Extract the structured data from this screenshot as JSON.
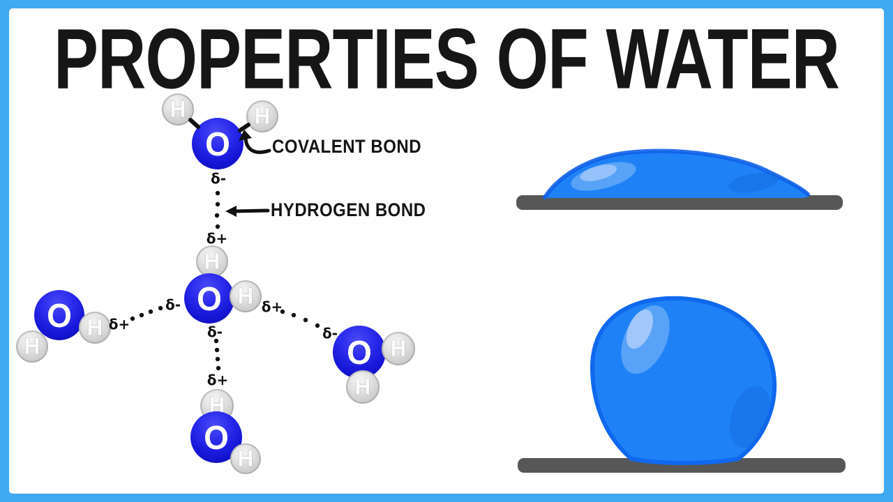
{
  "title": "PROPERTIES OF WATER",
  "annotations": {
    "covalent_bond": "COVALENT BOND",
    "hydrogen_bond": "HYDROGEN BOND"
  },
  "atoms": {
    "oxygen": "O",
    "hydrogen": "H"
  },
  "charges": {
    "partial_negative": "δ-",
    "partial_positive": "δ+"
  },
  "colors": {
    "frame_border": "#3fa9f1",
    "background": "#ffffff",
    "text": "#141414",
    "oxygen_blue": "#1c1ce4",
    "hydrogen_gray": "#d2d2d2",
    "droplet_blue": "#1e82f6",
    "droplet_outline": "#0f68ee",
    "droplet_highlight": "#6fb0f8",
    "surface_gray": "#575757"
  }
}
